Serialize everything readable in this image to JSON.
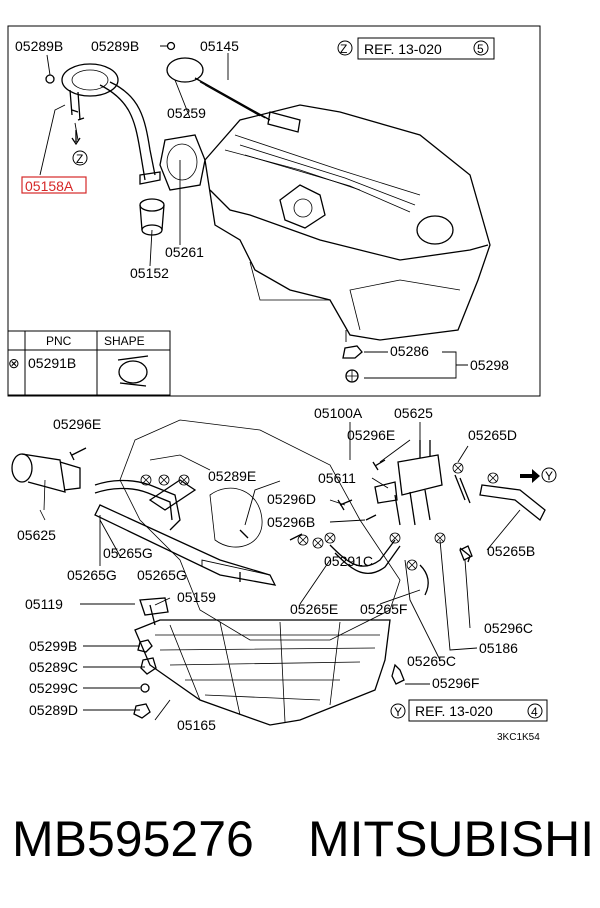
{
  "diagram": {
    "top_labels": {
      "p05289B_a": "05289B",
      "p05289B_b": "05289B",
      "p05145": "05145",
      "p05259": "05259",
      "p05158A": "05158A",
      "p05261": "05261",
      "p05152": "05152",
      "marker_z": "Z",
      "ref_top": "REF. 13-020",
      "ref_top_num": "5"
    },
    "legend": {
      "col_pnc": "PNC",
      "col_shape": "SHAPE",
      "row_pnc": "05291B",
      "row_mark": "⊗"
    },
    "mid_labels": {
      "p05286": "05286",
      "p05298": "05298",
      "p05100A": "05100A",
      "p05625_top": "05625",
      "p05296E_top": "05296E",
      "p05265D": "05265D",
      "p05296E_left": "05296E",
      "p05625_left": "05625",
      "p05289E": "05289E",
      "p05611": "05611",
      "p05296D": "05296D",
      "p05296B": "05296B",
      "p05265G_a": "05265G",
      "p05265G_b": "05265G",
      "p05265G_c": "05265G",
      "p05291C": "05291C",
      "p05265B": "05265B",
      "p05119": "05119",
      "p05159": "05159",
      "p05265E": "05265E",
      "p05265F": "05265F",
      "p05296C": "05296C",
      "p05186": "05186",
      "p05299B": "05299B",
      "p05289C": "05289C",
      "p05299C": "05299C",
      "p05289D": "05289D",
      "p05265C": "05265C",
      "p05296F": "05296F",
      "p05165": "05165",
      "marker_y": "Y",
      "ref_bottom": "REF. 13-020",
      "ref_bottom_num": "4",
      "code": "3KC1K54"
    },
    "highlight_color": "#d62828"
  },
  "footer": {
    "part_number": "MB595276",
    "brand": "MITSUBISHI"
  }
}
